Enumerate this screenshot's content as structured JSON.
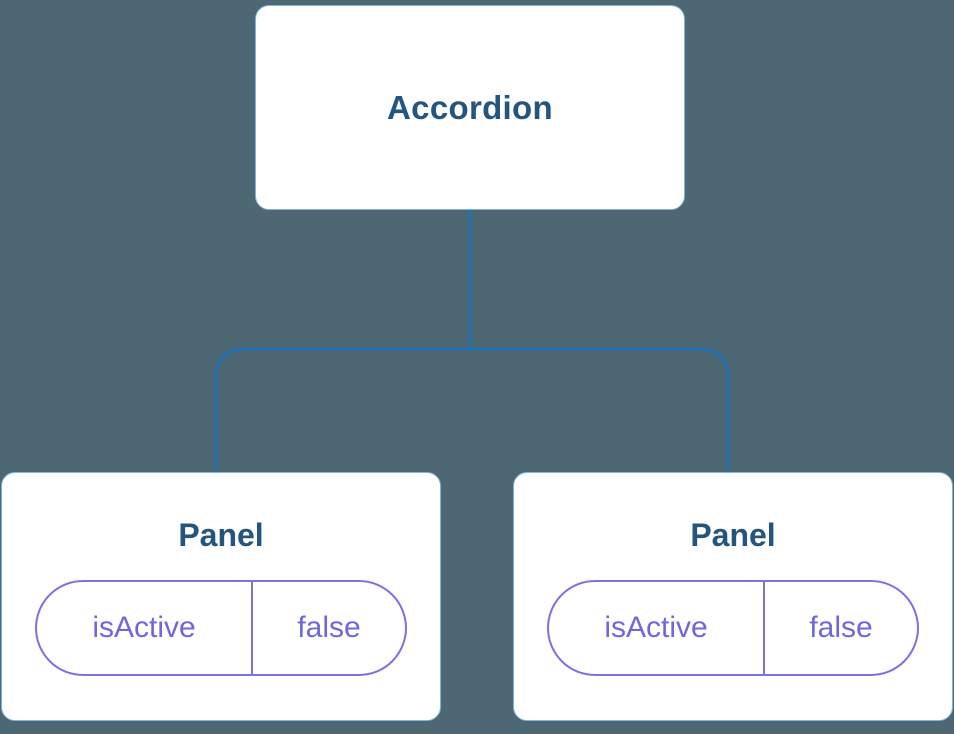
{
  "diagram": {
    "type": "component-tree",
    "root": {
      "label": "Accordion"
    },
    "panels": [
      {
        "label": "Panel",
        "prop": {
          "name": "isActive",
          "value": "false"
        }
      },
      {
        "label": "Panel",
        "prop": {
          "name": "isActive",
          "value": "false"
        }
      }
    ],
    "colors": {
      "background": "#4D6873",
      "connector": "#1A71BE",
      "node_background": "#FFFFFF",
      "node_border": "#7FB5E0",
      "title_text": "#23557E",
      "prop_text": "#6F67DC",
      "prop_border": "#7B73E0"
    }
  }
}
